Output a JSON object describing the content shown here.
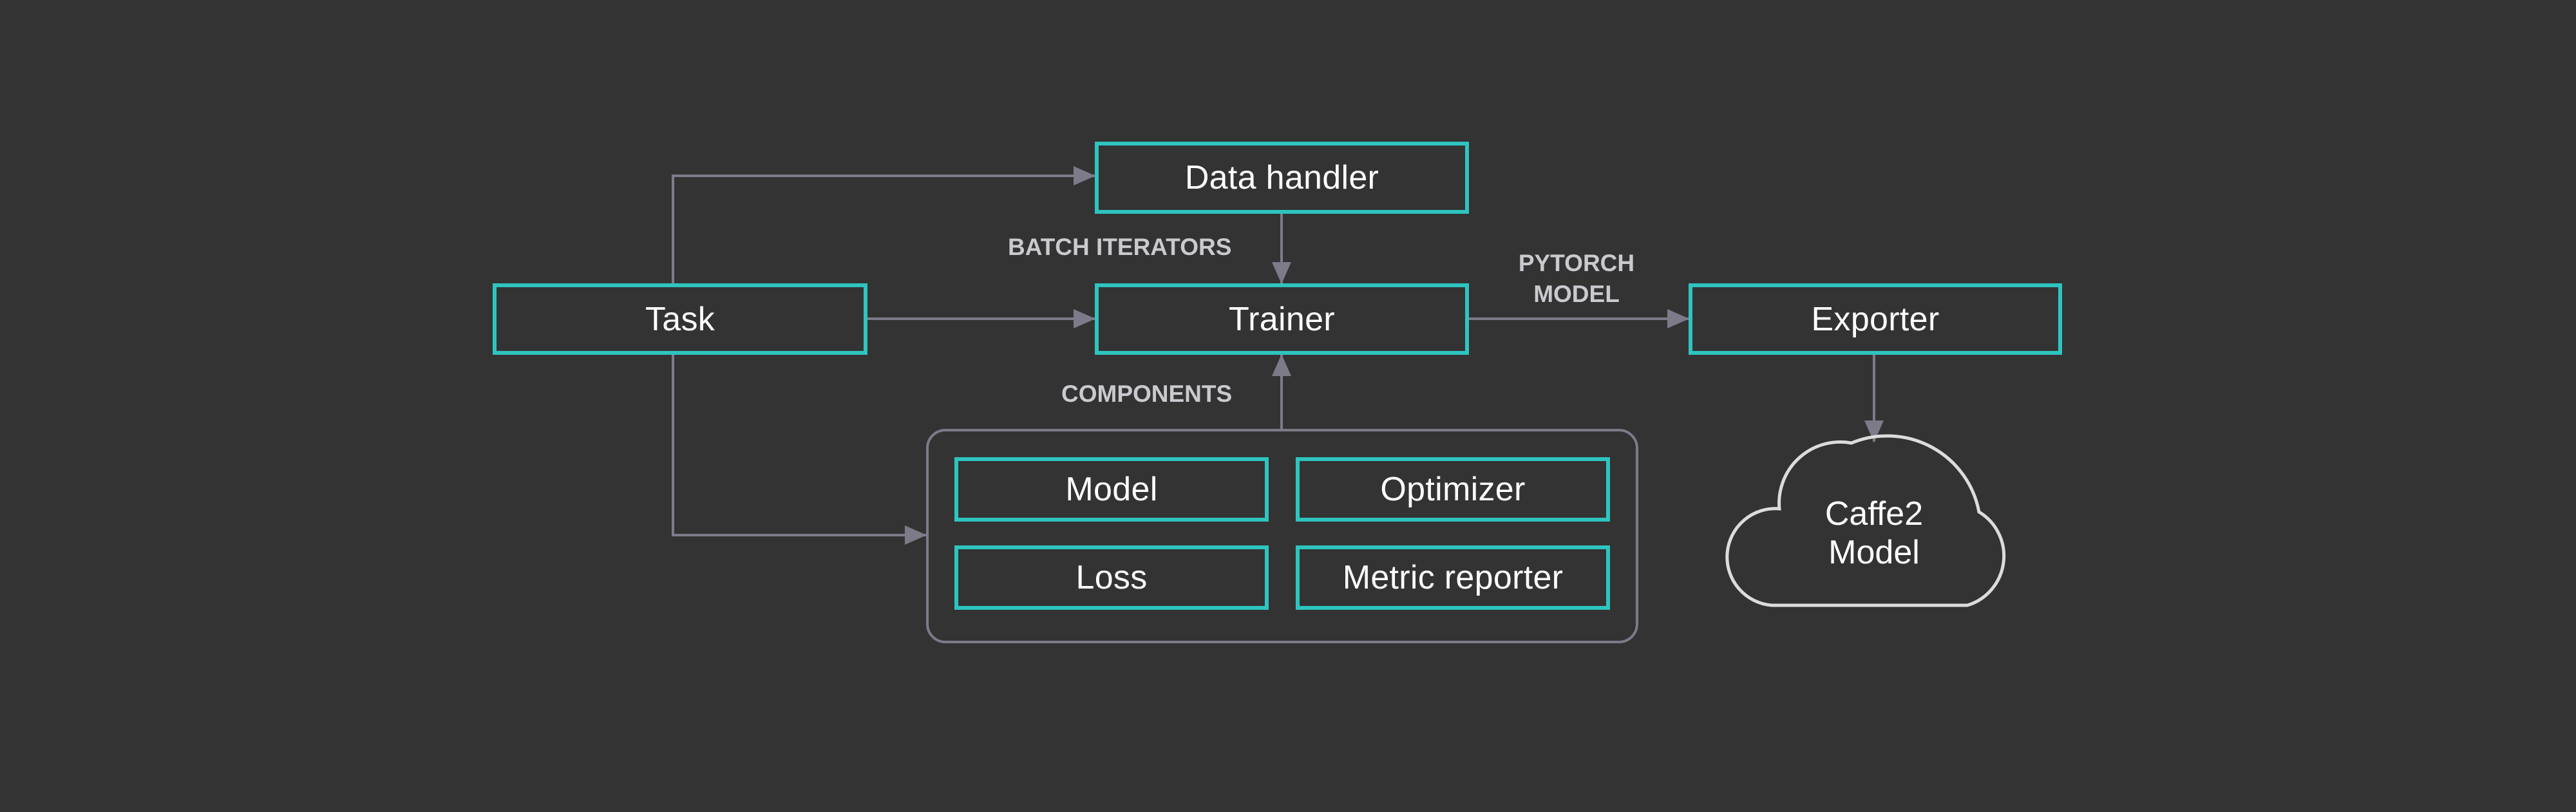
{
  "colors": {
    "background": "#333333",
    "node_border": "#2ec4c0",
    "edge": "#7d7b8a",
    "label": "#c9c9cf",
    "cloud_outline": "#dcdcdc"
  },
  "nodes": {
    "data_handler": "Data handler",
    "task": "Task",
    "trainer": "Trainer",
    "exporter": "Exporter"
  },
  "components": {
    "model": "Model",
    "optimizer": "Optimizer",
    "loss": "Loss",
    "metric_reporter": "Metric reporter"
  },
  "cloud": {
    "line1": "Caffe2",
    "line2": "Model"
  },
  "edge_labels": {
    "batch_iterators": "BATCH ITERATORS",
    "components": "COMPONENTS",
    "pytorch_line1": "PYTORCH",
    "pytorch_line2": "MODEL"
  }
}
